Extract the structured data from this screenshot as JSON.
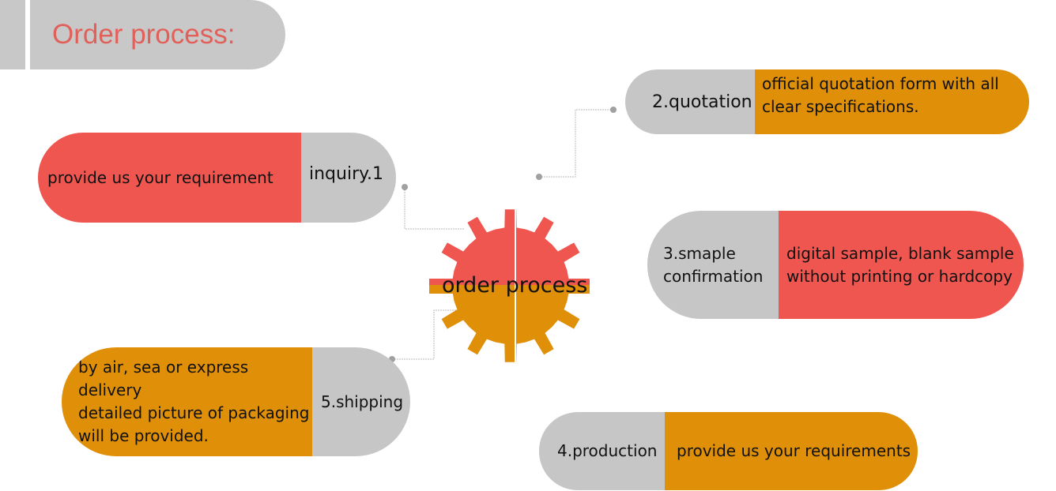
{
  "title": "Order process:",
  "center": {
    "label": "order process"
  },
  "colors": {
    "red": "#f05650",
    "orange": "#e09008",
    "gray": "#c6c6c6",
    "title": "#e2605a"
  },
  "steps": [
    {
      "label": "inquiry.1",
      "lines": [
        "provide us your requirement"
      ]
    },
    {
      "label": "2.quotation",
      "lines": [
        "official quotation form with all",
        "clear specifications."
      ]
    },
    {
      "label_lines": [
        "3.smaple",
        "confirmation"
      ],
      "lines": [
        "digital sample, blank sample",
        "without printing or hardcopy"
      ]
    },
    {
      "label": "4.production",
      "lines": [
        "provide us your requirements"
      ]
    },
    {
      "label": "5.shipping",
      "lines": [
        "by air, sea or express delivery",
        "detailed picture of packaging",
        "will be provided."
      ]
    }
  ]
}
